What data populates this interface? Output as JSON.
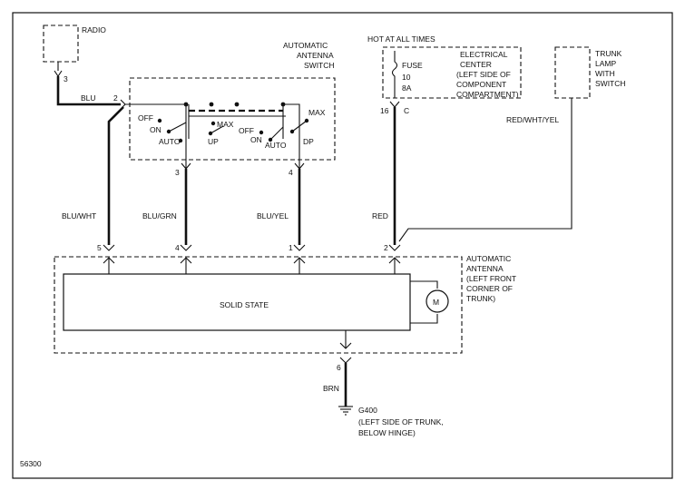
{
  "diagram_id": "56300",
  "radio": {
    "label": "RADIO",
    "pin": "3"
  },
  "switch": {
    "title_lines": [
      "AUTOMATIC",
      "ANTENNA",
      "SWITCH"
    ],
    "positions_left": [
      "OFF",
      "ON",
      "AUTO",
      "UP"
    ],
    "positions_right": [
      "MAX",
      "OFF",
      "ON",
      "AUTO",
      "DP",
      "MAX"
    ],
    "pin_radio": "2",
    "pin_a": "3",
    "pin_b": "4"
  },
  "power": {
    "header": "HOT AT ALL TIMES",
    "fuse_lines": [
      "FUSE",
      "10",
      "8A"
    ],
    "center_lines": [
      "ELECTRICAL",
      "CENTER",
      "(LEFT SIDE OF",
      "COMPONENT",
      "COMPARTMENT)"
    ],
    "pin": "16",
    "connector": "C"
  },
  "trunk_lamp": {
    "label_lines": [
      "TRUNK",
      "LAMP",
      "WITH",
      "SWITCH"
    ]
  },
  "wires": {
    "radio_to_switch": "BLU",
    "switch_to_antenna": "BLU/WHT",
    "grn": "BLU/GRN",
    "yel": "BLU/YEL",
    "red": "RED",
    "trunk_lamp": "RED/WHT/YEL",
    "ground": "BRN"
  },
  "antenna": {
    "label_lines": [
      "AUTOMATIC",
      "ANTENNA",
      "(LEFT FRONT",
      "CORNER OF",
      "TRUNK)"
    ],
    "inner_label": "SOLID STATE",
    "motor": "M",
    "pins": [
      "5",
      "4",
      "1",
      "2"
    ],
    "ground_pin": "6"
  },
  "ground": {
    "id": "G400",
    "location_lines": [
      "(LEFT SIDE OF TRUNK,",
      "BELOW HINGE)"
    ]
  }
}
